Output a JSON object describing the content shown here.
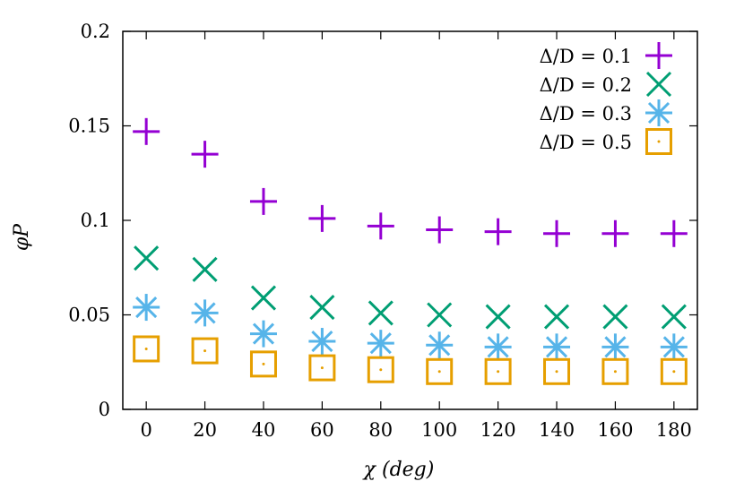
{
  "chart_data": {
    "type": "scatter",
    "title": "",
    "xlabel": "χ (deg)",
    "ylabel": "φP",
    "xlim": [
      -8,
      188
    ],
    "ylim": [
      0,
      0.2
    ],
    "x_ticks": [
      0,
      20,
      40,
      60,
      80,
      100,
      120,
      140,
      160,
      180
    ],
    "x_tick_labels": [
      "0",
      "20",
      "40",
      "60",
      "80",
      "100",
      "120",
      "140",
      "160",
      "180"
    ],
    "y_ticks": [
      0,
      0.05,
      0.1,
      0.15,
      0.2
    ],
    "y_tick_labels": [
      "0",
      "0.05",
      "0.1",
      "0.15",
      "0.2"
    ],
    "grid": false,
    "legend_position": "top-right",
    "x": [
      0,
      20,
      40,
      60,
      80,
      100,
      120,
      140,
      160,
      180
    ],
    "series": [
      {
        "name": "Δ/D = 0.1",
        "marker": "plus",
        "color": "#9400d3",
        "values": [
          0.147,
          0.135,
          0.11,
          0.101,
          0.097,
          0.095,
          0.094,
          0.093,
          0.093,
          0.093
        ]
      },
      {
        "name": "Δ/D = 0.2",
        "marker": "cross",
        "color": "#009e73",
        "values": [
          0.08,
          0.074,
          0.059,
          0.054,
          0.051,
          0.05,
          0.049,
          0.049,
          0.049,
          0.049
        ]
      },
      {
        "name": "Δ/D = 0.3",
        "marker": "asterisk",
        "color": "#56b4e9",
        "values": [
          0.054,
          0.051,
          0.04,
          0.036,
          0.035,
          0.034,
          0.033,
          0.033,
          0.033,
          0.033
        ]
      },
      {
        "name": "Δ/D = 0.5",
        "marker": "dotted-square",
        "color": "#e69f00",
        "values": [
          0.032,
          0.031,
          0.024,
          0.022,
          0.021,
          0.02,
          0.02,
          0.02,
          0.02,
          0.02
        ]
      }
    ],
    "legend": [
      "Δ/D = 0.1",
      "Δ/D = 0.2",
      "Δ/D = 0.3",
      "Δ/D = 0.5"
    ]
  }
}
